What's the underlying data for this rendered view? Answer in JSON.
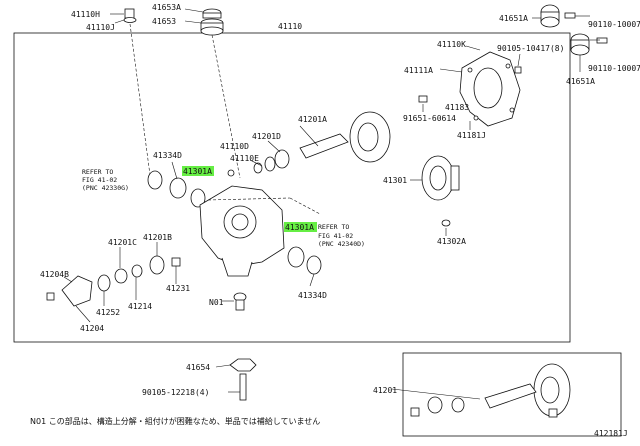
{
  "highlight_color": "#66ee44",
  "labels": {
    "p41110H": "41110H",
    "p41110J": "41110J",
    "p41653A": "41653A",
    "p41653": "41653",
    "p41110": "41110",
    "p41651A_top": "41651A",
    "p90110_top": "90110-10007",
    "p41110K": "41110K",
    "p90105_10417": "90105-10417(8)",
    "p90110_mid": "90110-10007",
    "p41651A_mid": "41651A",
    "p41111A": "41111A",
    "p41183": "41183",
    "p91651": "91651-60614",
    "p41181J": "41181J",
    "p41201A": "41201A",
    "p41110D": "41110D",
    "p41201D": "41201D",
    "p41110E": "41110E",
    "p41334D": "41334D",
    "p41301A_1": "41301A",
    "p41301A_2": "41301A",
    "p41301": "41301",
    "p41302A": "41302A",
    "p41201C": "41201C",
    "p41201B": "41201B",
    "p41204B": "41204B",
    "p41214": "41214",
    "p41231": "41231",
    "p41252": "41252",
    "p41204": "41204",
    "pN01": "N01",
    "p41334D_b": "41334D",
    "p41654": "41654",
    "p90105_12218": "90105-12218(4)",
    "p41201_inset": "41201"
  },
  "refs": {
    "left_line1": "REFER TO",
    "left_line2": "FIG 41-02",
    "left_line3": "(PNC 42330G)",
    "right_line1": "REFER TO",
    "right_line2": "FIG 41-02",
    "right_line3": "(PNC 42340D)"
  },
  "footnote": "N01 この部品は、構造上分解・組付けが困難なため、単品では補給していません",
  "figure_code": "412181J"
}
